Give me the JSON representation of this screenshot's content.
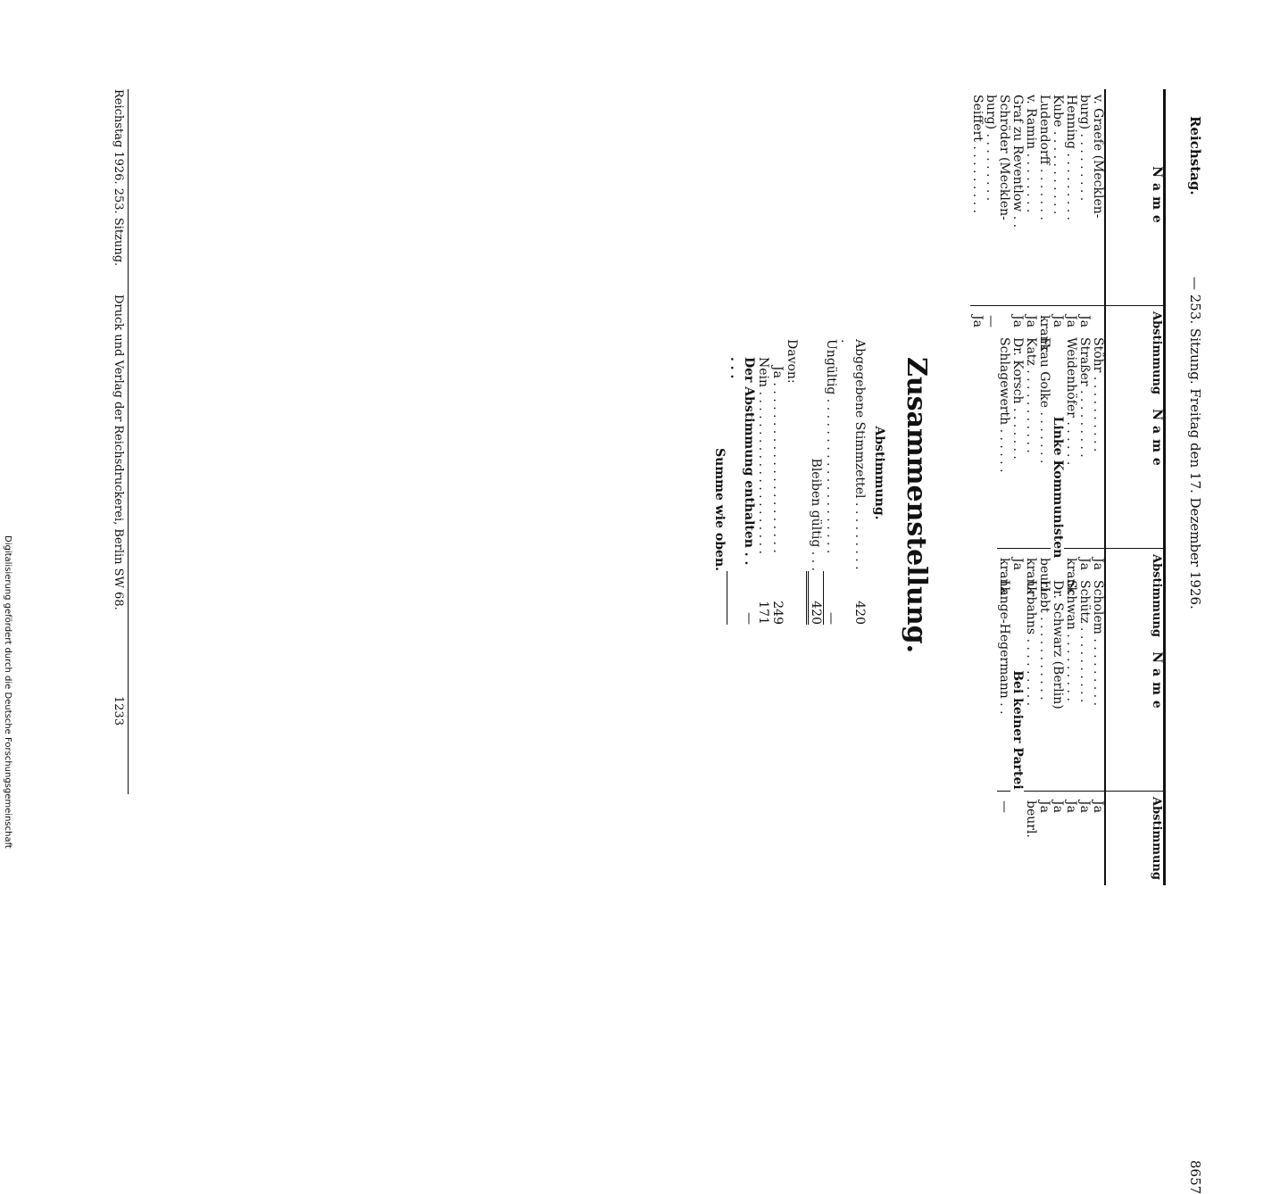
{
  "header": {
    "left": "Reichstag.",
    "center": "— 253. Sitzung. Freitag den 17. Dezember 1926.",
    "page_number": "8657"
  },
  "table_headers": {
    "name": "Name",
    "vote": "Abstimmung"
  },
  "column1": {
    "rows": [
      {
        "name": "v. Graefe (Mecklen-",
        "vote": ""
      },
      {
        "name": "   burg) . . . . . . . . .",
        "vote": "Ja"
      },
      {
        "name": "Henning . . . . . . . . .",
        "vote": "Ja"
      },
      {
        "name": "Kube . . . . . . . . . . .",
        "vote": "Ja"
      },
      {
        "name": "Ludendorff . . . . . . .",
        "vote": "krank"
      },
      {
        "name": "v. Ramin . . . . . . . .",
        "vote": "Ja"
      },
      {
        "name": "Graf zu Reventlow . .",
        "vote": "Ja"
      },
      {
        "name": "Schröder (Mecklen-",
        "vote": ""
      },
      {
        "name": "   burg) . . . . . . . . .",
        "vote": "—"
      },
      {
        "name": "Seiffert . . . . . . . . .",
        "vote": "Ja"
      }
    ]
  },
  "column2": {
    "rows": [
      {
        "name": "Stöhr . . . . . . . . . .",
        "vote": "Ja"
      },
      {
        "name": "Straßer . . . . . . . . .",
        "vote": "Ja"
      },
      {
        "name": "Weidenhöfer . . . . . .",
        "vote": "krank"
      }
    ],
    "group": "Linke Kommunisten",
    "group_rows": [
      {
        "name": "Frau Golke . . . . . . .",
        "vote": "beurl."
      },
      {
        "name": "Katz . . . . . . . . . . .",
        "vote": "krank"
      },
      {
        "name": "Dr. Korsch . . . . . . .",
        "vote": "Ja"
      },
      {
        "name": "Schlagewerth . . . . . .",
        "vote": "krank"
      }
    ]
  },
  "column3": {
    "rows": [
      {
        "name": "Scholem . . . . . . . . .",
        "vote": "Ja"
      },
      {
        "name": "Schütz . . . . . . . . . .",
        "vote": "Ja"
      },
      {
        "name": "Schwan . . . . . . . . .",
        "vote": "Ja"
      },
      {
        "name": "Dr. Schwarz (Berlin)",
        "vote": "Ja"
      },
      {
        "name": "Liebt . . . . . . . . . . .",
        "vote": "Ja"
      },
      {
        "name": "Urbahns . . . . . . . . .",
        "vote": "beurl."
      }
    ],
    "group": "Bei keiner Partei",
    "group_rows": [
      {
        "name": "Lange-Hegermann . .",
        "vote": "—"
      }
    ]
  },
  "summary": {
    "title": "Zusammenstellung.",
    "subtitle": "Abstimmung.",
    "abgegebene_label": "Abgegebene Stimmzettel . . . . . . . . . .",
    "abgegebene_value": "420",
    "ungueltig_label": "Ungültig . . . . . . . . . . . . . . . . . . . .",
    "ungueltig_value": "—",
    "bleiben_label": "Bleiben gültig . . .",
    "bleiben_value": "420",
    "davon_label": "Davon:",
    "ja_label": "Ja . . . . . . . . . . . . . . . . . . . . . .",
    "ja_value": "249",
    "nein_label": "Nein . . . . . . . . . . . . . . . . . . . . .",
    "nein_value": "171",
    "enthalten_label": "Der Abstimmung enthalten . . . . .",
    "enthalten_value": "—",
    "summe_label": "Summe wie oben."
  },
  "footer": {
    "left": "Reichstag 1926. 253. Sitzung.",
    "center": "Druck und Verlag der Reichsdruckerei, Berlin SW 68.",
    "right": "1233"
  },
  "digitization_note": "Digitalisierung gefördert durch die Deutsche Forschungsgemeinschaft"
}
